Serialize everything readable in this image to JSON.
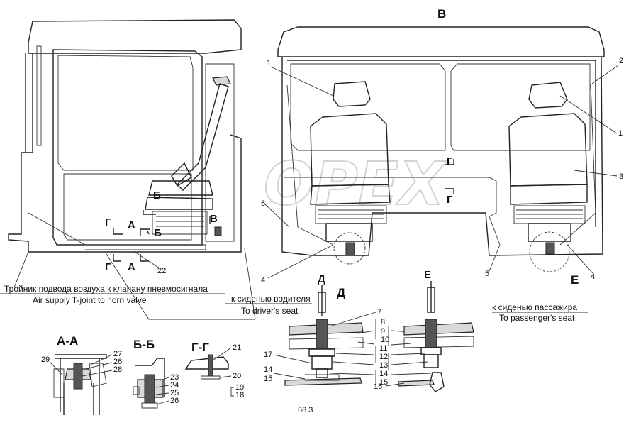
{
  "view_letters": {
    "v": "В",
    "d": "Д",
    "e": "Е",
    "b": "Б",
    "g": "Г",
    "a": "А"
  },
  "sections": {
    "aa": "А-А",
    "bb": "Б-Б",
    "gg": "Г-Г"
  },
  "callouts": {
    "air_ru": "Тройник подвода воздуха к клапану пневмосигнала",
    "air_en": "Air supply T-joint to horn valve",
    "driver_ru": "к сиденью водителя",
    "driver_en": "To driver's seat",
    "pass_ru": "к сиденью пассажира",
    "pass_en": "To passenger's seat"
  },
  "numbers": [
    "1",
    "2",
    "3",
    "4",
    "5",
    "6",
    "7",
    "8",
    "9",
    "10",
    "11",
    "12",
    "13",
    "14",
    "15",
    "16",
    "17",
    "18",
    "19",
    "20",
    "21",
    "22",
    "23",
    "24",
    "25",
    "26",
    "27",
    "28",
    "29"
  ],
  "page_number": "68.3",
  "watermark": "OPEX"
}
